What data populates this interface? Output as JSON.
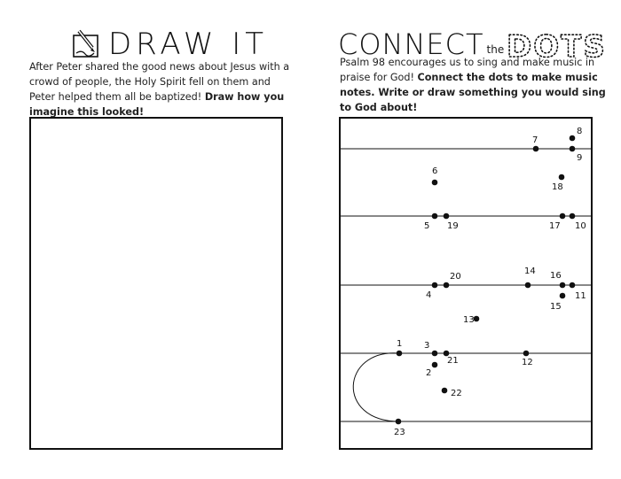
{
  "left": {
    "title": "DRAW IT",
    "icon": "pencil-paper-icon",
    "body_text": "After Peter shared the good news about Jesus with a crowd of people, the Holy Spirit fell on them and Peter helped them all be baptized! ",
    "body_bold": "Draw how you imagine this looked!"
  },
  "right": {
    "title_connect": "CONNECT",
    "title_the": "the",
    "title_dots": "DOTS",
    "body_text": "Psalm 98 encourages us to sing and make music in praise for God! ",
    "body_bold": "Connect the dots to make music notes. Write or draw something you would sing to God about!"
  },
  "puzzle": {
    "staff_lines": 5,
    "dots": [
      {
        "n": "1"
      },
      {
        "n": "2"
      },
      {
        "n": "3"
      },
      {
        "n": "4"
      },
      {
        "n": "5"
      },
      {
        "n": "6"
      },
      {
        "n": "7"
      },
      {
        "n": "8"
      },
      {
        "n": "9"
      },
      {
        "n": "10"
      },
      {
        "n": "11"
      },
      {
        "n": "12"
      },
      {
        "n": "13"
      },
      {
        "n": "14"
      },
      {
        "n": "15"
      },
      {
        "n": "16"
      },
      {
        "n": "17"
      },
      {
        "n": "18"
      },
      {
        "n": "19"
      },
      {
        "n": "20"
      },
      {
        "n": "21"
      },
      {
        "n": "22"
      },
      {
        "n": "23"
      }
    ]
  }
}
